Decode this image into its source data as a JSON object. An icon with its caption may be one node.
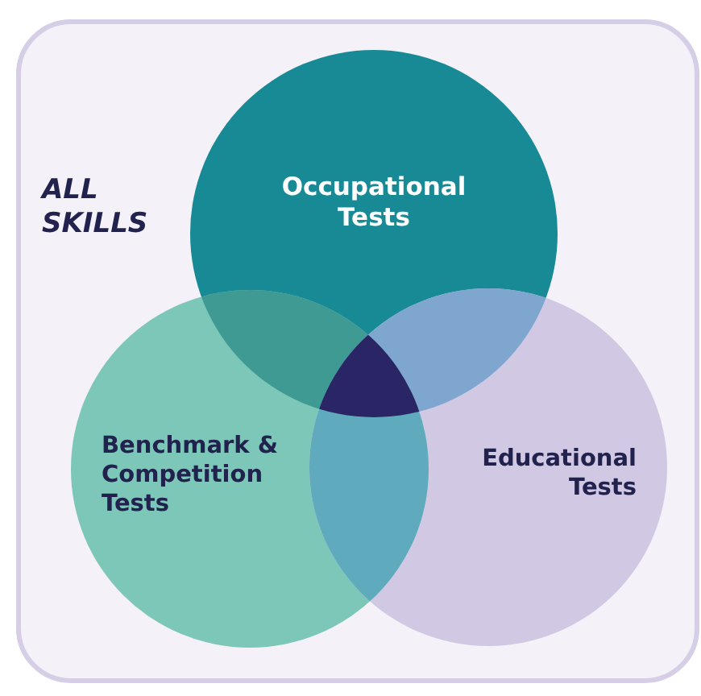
{
  "diagram": {
    "nodes": [
      {
        "text": [
          "ALL SKILLS"
        ]
      },
      {
        "text": [
          "Occupational Tests"
        ],
        "in": 0
      },
      {
        "text": [
          "Benchmark & Competition Tests"
        ],
        "in": 0
      },
      {
        "text": [
          "Educational Tests"
        ],
        "in": 0
      }
    ],
    "edges": []
  }
}
